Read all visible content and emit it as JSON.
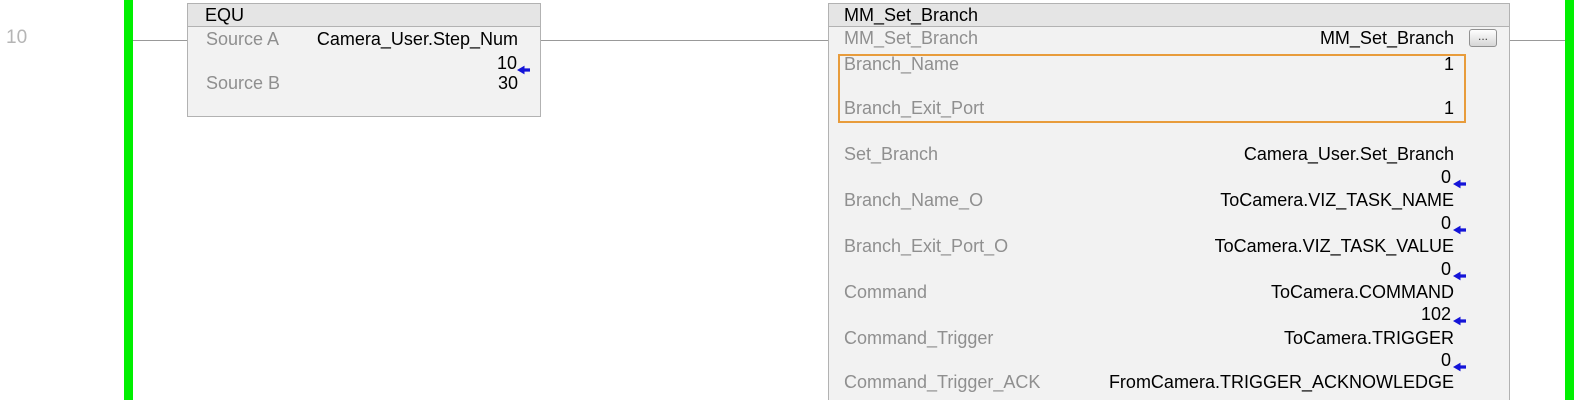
{
  "rung": {
    "number": "10"
  },
  "colors": {
    "power_rail_green": "#00f000",
    "selection_orange": "#e89c3c",
    "live_value_blue": "#1414d8",
    "wire_gray": "#999999",
    "label_gray": "#8f8f8f",
    "block_body": "#f2f2f2",
    "block_header": "#e5e5e5",
    "block_border": "#b2b2b2"
  },
  "icons": {
    "value_arrow": "blue-left-arrow",
    "browse": "ellipsis"
  },
  "equ": {
    "header": "EQU",
    "rows": [
      {
        "label": "Source A",
        "value": "Camera_User.Step_Num"
      },
      {
        "live": "10"
      },
      {
        "label": "Source B",
        "value": "30"
      }
    ]
  },
  "mm": {
    "header": "MM_Set_Branch",
    "browse_button": "...",
    "rows": [
      {
        "label": "MM_Set_Branch",
        "value": "MM_Set_Branch"
      },
      {
        "label": "Branch_Name",
        "value": "1"
      },
      {
        "label": "Branch_Exit_Port",
        "value": "1"
      },
      {
        "label": "Set_Branch",
        "value": "Camera_User.Set_Branch",
        "live": "0"
      },
      {
        "label": "Branch_Name_O",
        "value": "ToCamera.VIZ_TASK_NAME",
        "live": "0"
      },
      {
        "label": "Branch_Exit_Port_O",
        "value": "ToCamera.VIZ_TASK_VALUE",
        "live": "0"
      },
      {
        "label": "Command",
        "value": "ToCamera.COMMAND",
        "live": "102"
      },
      {
        "label": "Command_Trigger",
        "value": "ToCamera.TRIGGER",
        "live": "0"
      },
      {
        "label": "Command_Trigger_ACK",
        "value": "FromCamera.TRIGGER_ACKNOWLEDGE"
      }
    ]
  }
}
